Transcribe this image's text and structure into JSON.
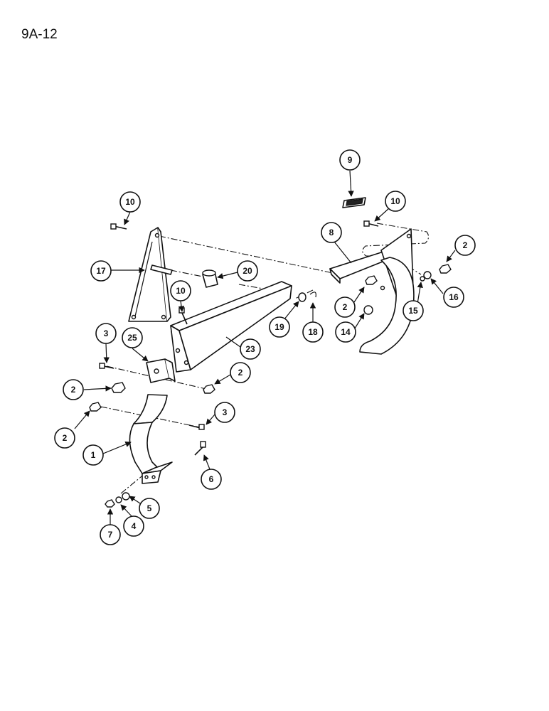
{
  "page_label": "9A-12",
  "callouts": [
    "9",
    "10",
    "10",
    "8",
    "2",
    "17",
    "20",
    "10",
    "2",
    "16",
    "15",
    "19",
    "18",
    "14",
    "3",
    "25",
    "23",
    "2",
    "2",
    "2",
    "3",
    "1",
    "6",
    "5",
    "4",
    "7"
  ]
}
